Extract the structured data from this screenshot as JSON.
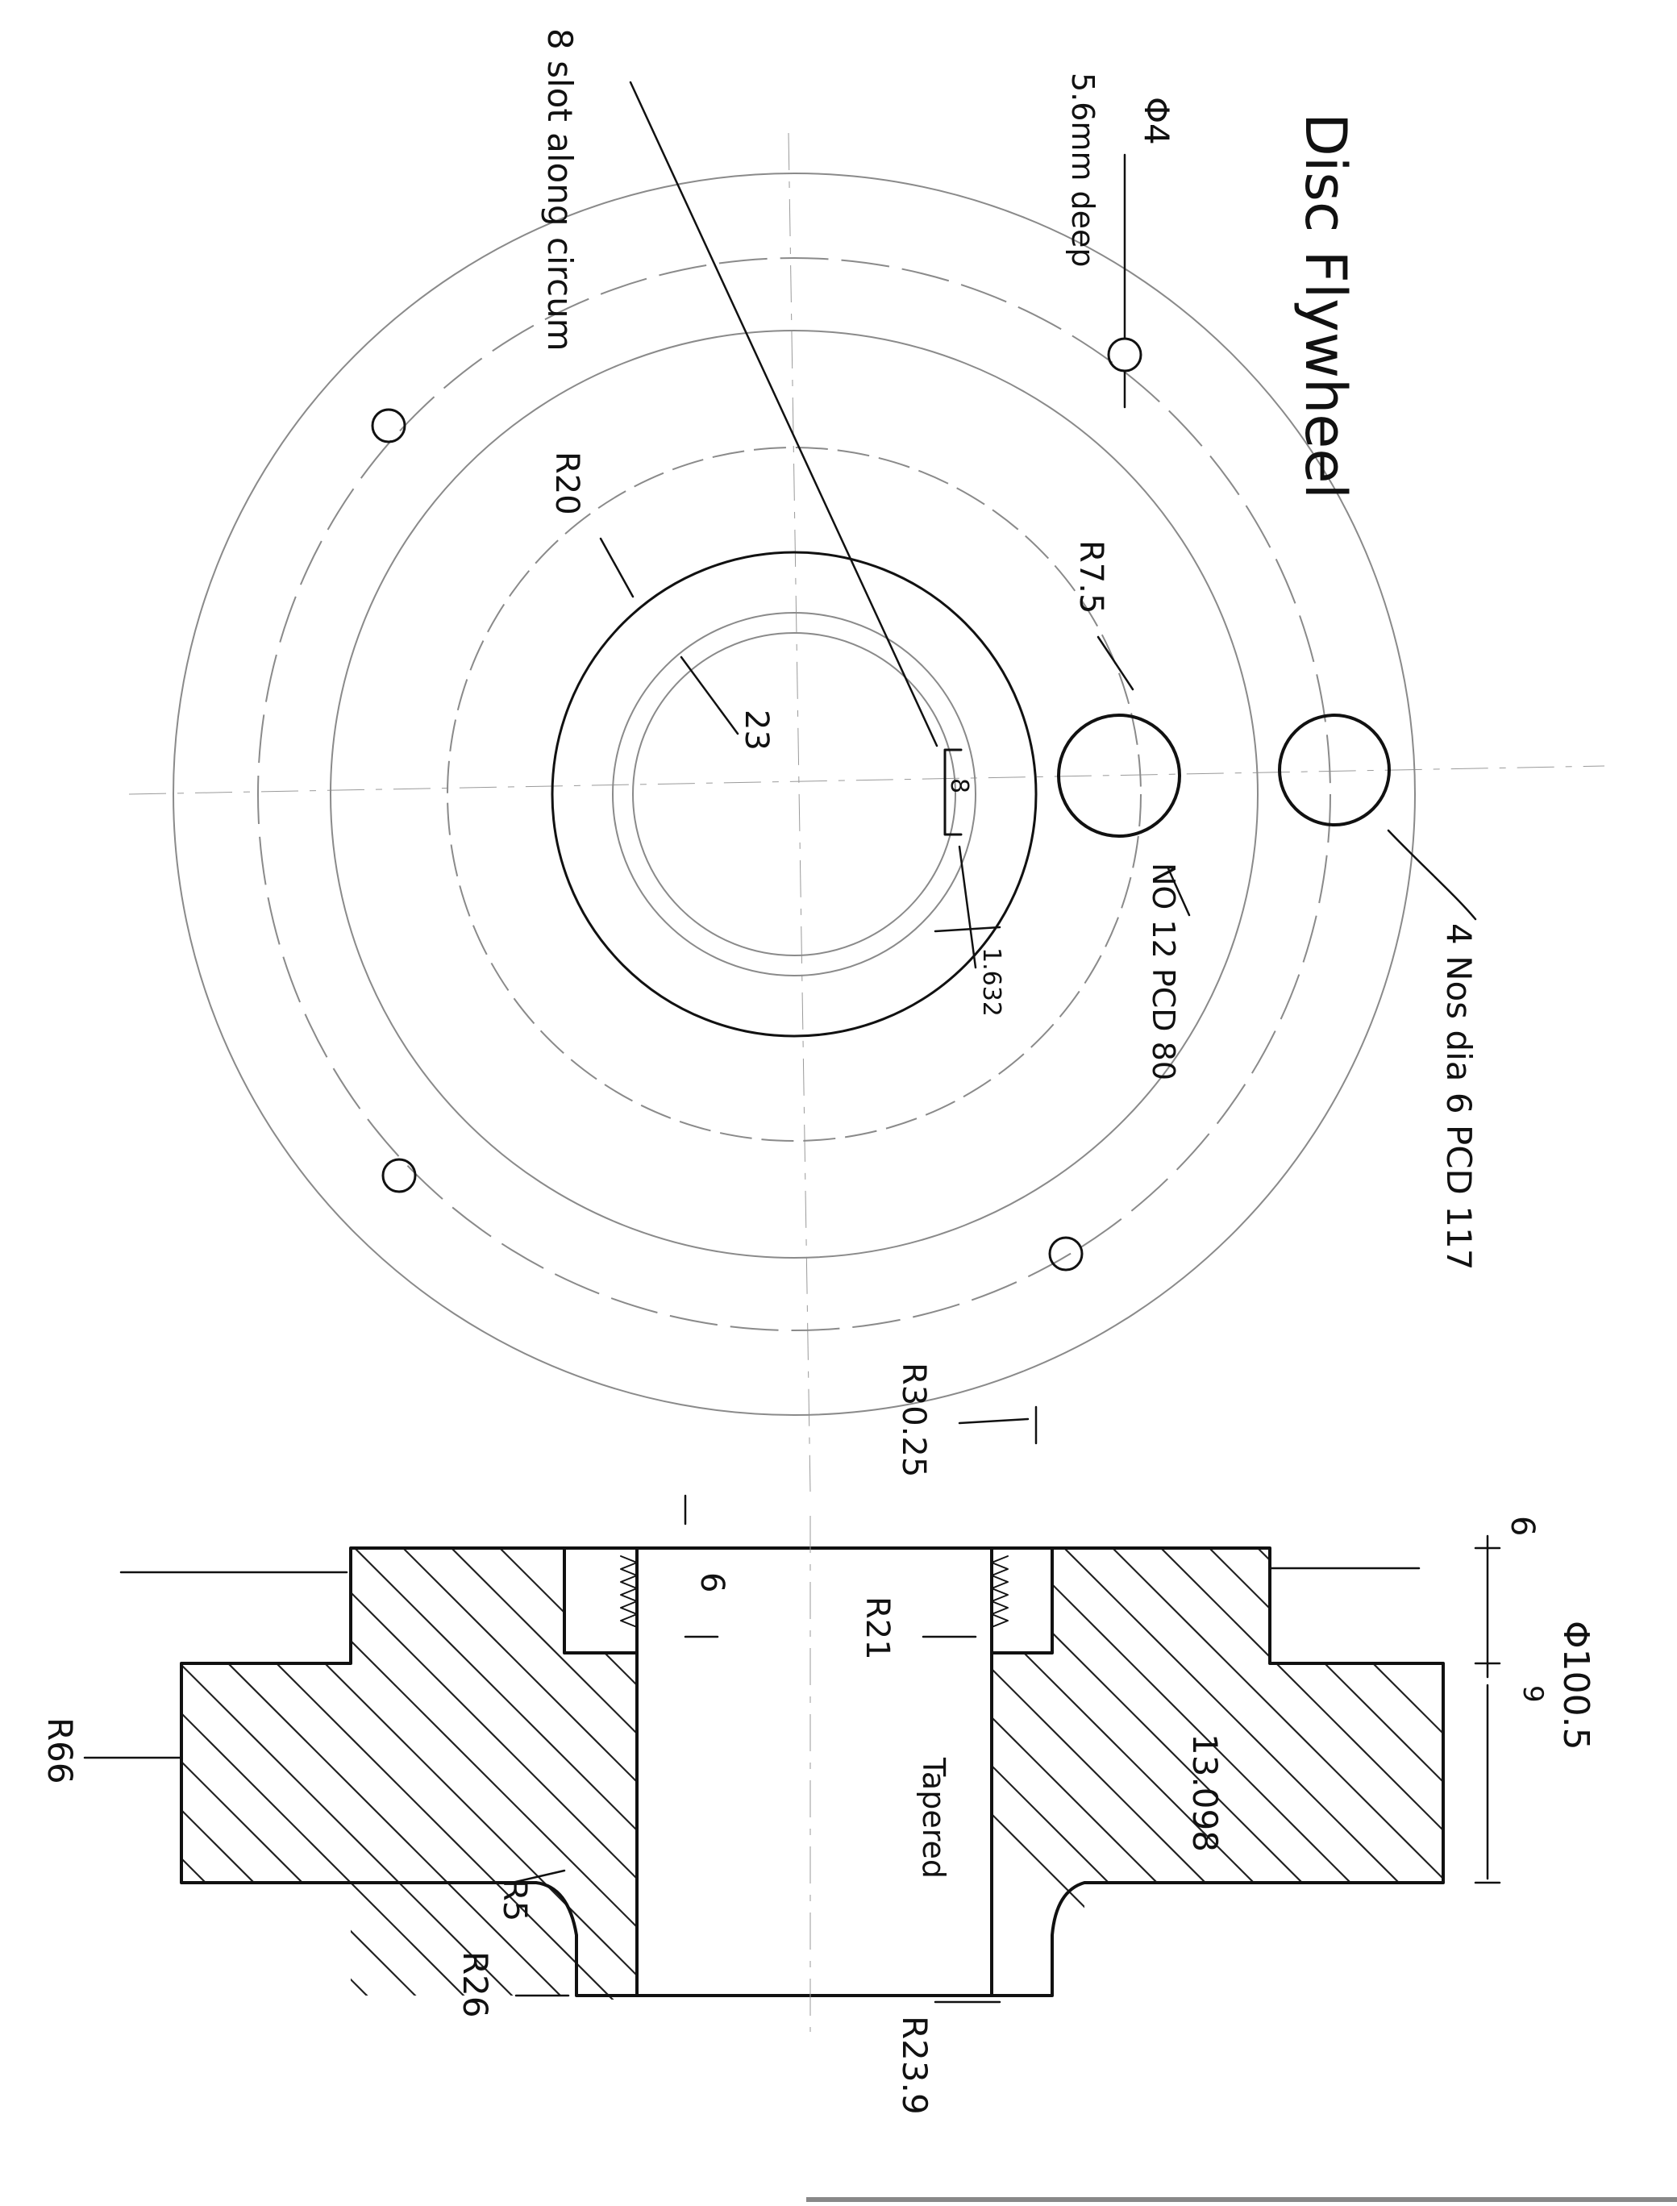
{
  "drawing": {
    "title": "Disc Flywheel",
    "top_view": {
      "labels": {
        "slots": "8 slot along circum",
        "hole_d4": "Φ4",
        "hole_depth": "5.6mm deep",
        "r20": "R20",
        "r7_5": "R7.5",
        "d23": "23",
        "slot_width": "8",
        "slot_depth": "1.632",
        "holes_12": "NO 12 PCD 80",
        "holes_4": "4 Nos dia 6 PCD 117",
        "r30": "R30.25"
      }
    },
    "section_view": {
      "labels": {
        "dim_6": "6",
        "dim_9": "9",
        "dia_100_5": "Φ100.5",
        "dim_13_098": "13.098",
        "r21": "R21",
        "bore_6": "6",
        "tapered": "Tapered",
        "r66": "R66",
        "r5": "R5",
        "r26": "R26",
        "r23_9": "R23.9"
      }
    }
  }
}
